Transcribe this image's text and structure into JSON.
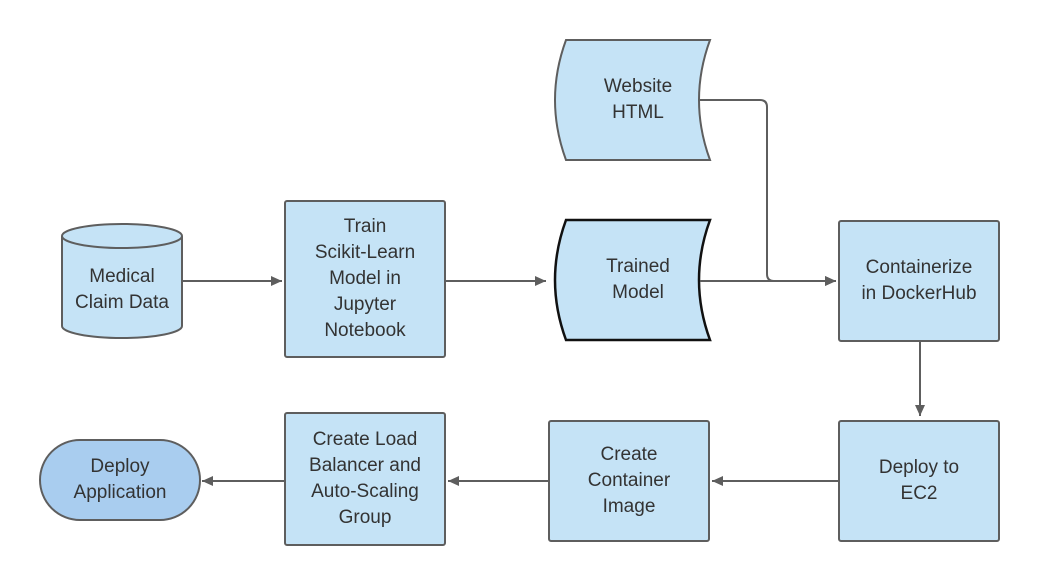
{
  "diagram": {
    "nodes": {
      "medical_claim_data": "Medical\nClaim Data",
      "train_model": "Train\nScikit-Learn\nModel in\nJupyter\nNotebook",
      "trained_model": "Trained\nModel",
      "website_html": "Website\nHTML",
      "containerize": "Containerize\nin DockerHub",
      "deploy_ec2": "Deploy to\nEC2",
      "create_container_image": "Create\nContainer\nImage",
      "create_load_balancer": "Create Load\nBalancer and\nAuto-Scaling\nGroup",
      "deploy_application": "Deploy\nApplication"
    },
    "edges": [
      {
        "from": "medical_claim_data",
        "to": "train_model"
      },
      {
        "from": "train_model",
        "to": "trained_model"
      },
      {
        "from": "trained_model",
        "to": "containerize"
      },
      {
        "from": "website_html",
        "to": "containerize"
      },
      {
        "from": "containerize",
        "to": "deploy_ec2"
      },
      {
        "from": "deploy_ec2",
        "to": "create_container_image"
      },
      {
        "from": "create_container_image",
        "to": "create_load_balancer"
      },
      {
        "from": "create_load_balancer",
        "to": "deploy_application"
      }
    ],
    "colors": {
      "node_fill": "#c5e3f6",
      "terminal_fill": "#a9cdef",
      "stroke": "#5e5e5e",
      "text": "#333333"
    }
  }
}
